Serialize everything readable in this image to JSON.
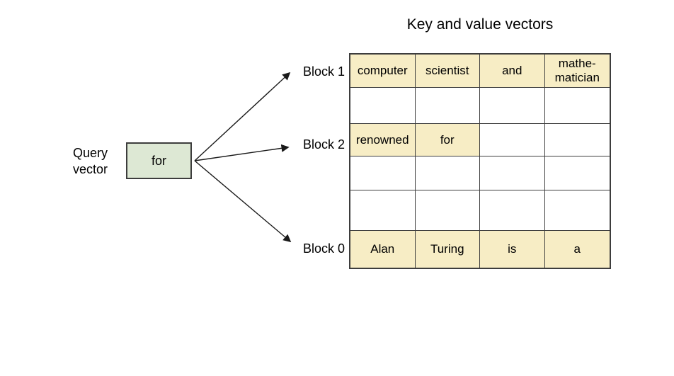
{
  "title": "Key and value vectors",
  "colors": {
    "highlight_cell": "#f7edc5",
    "query_box_fill": "#dde8d4",
    "border": "#3d3d3d",
    "arrow": "#1a1a1a",
    "background": "#ffffff",
    "text": "#000000"
  },
  "query": {
    "label": "Query vector",
    "box_text": "for"
  },
  "blocks": [
    {
      "label": "Block 1"
    },
    {
      "label": "Block 2"
    },
    {
      "label": "Block 0"
    }
  ],
  "table": {
    "rows": [
      {
        "cells": [
          "computer",
          "scientist",
          "and",
          "mathe-\nmatician"
        ],
        "highlight": [
          true,
          true,
          true,
          true
        ]
      },
      {
        "cells": [
          "",
          "",
          "",
          ""
        ],
        "highlight": [
          false,
          false,
          false,
          false
        ]
      },
      {
        "cells": [
          "renowned",
          "for",
          "",
          ""
        ],
        "highlight": [
          true,
          true,
          false,
          false
        ]
      },
      {
        "cells": [
          "",
          "",
          "",
          ""
        ],
        "highlight": [
          false,
          false,
          false,
          false
        ]
      },
      {
        "cells": [
          "",
          "",
          "",
          ""
        ],
        "highlight": [
          false,
          false,
          false,
          false
        ]
      },
      {
        "cells": [
          "Alan",
          "Turing",
          "is",
          "a"
        ],
        "highlight": [
          true,
          true,
          true,
          true
        ]
      }
    ]
  }
}
